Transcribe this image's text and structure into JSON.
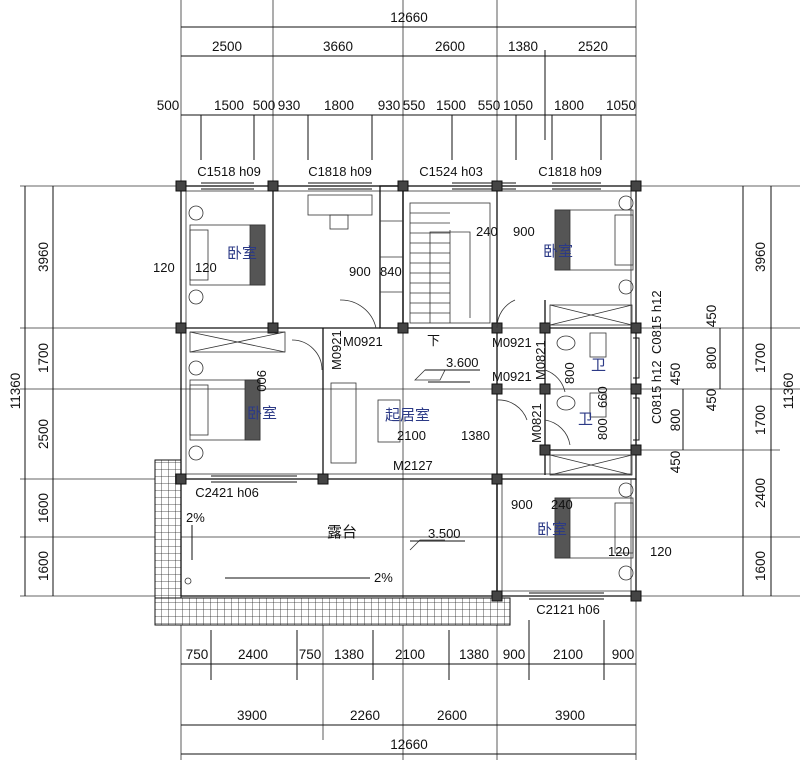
{
  "dimensions": {
    "top_total": "12660",
    "top_axis": [
      "2500",
      "3660",
      "2600",
      "1380",
      "2520"
    ],
    "top_detail": [
      "500",
      "1500",
      "500",
      "930",
      "1800",
      "930",
      "550",
      "1500",
      "550",
      "1050",
      "1800",
      "1050"
    ],
    "bottom_detail": [
      "750",
      "2400",
      "750",
      "1380",
      "2100",
      "1380",
      "900",
      "2100",
      "900"
    ],
    "bottom_axis": [
      "3900",
      "2260",
      "2600",
      "3900"
    ],
    "bottom_total": "12660",
    "left_axis": [
      "3960",
      "1700",
      "2500",
      "1600",
      "1600"
    ],
    "left_total": "11360",
    "right_axis": [
      "3960",
      "1700",
      "1700",
      "2400",
      "1600"
    ],
    "right_total": "11360",
    "right_detail": [
      "450",
      "800",
      "450",
      "450",
      "800",
      "450"
    ]
  },
  "windows": {
    "w1": "C1518 h09",
    "w2": "C1818 h09",
    "w3": "C1524 h03",
    "w4": "C1818 h09",
    "w5": "C2421 h06",
    "w6": "C2121 h06",
    "w7": "C0815 h12",
    "w8": "C0815 h12"
  },
  "doors": {
    "d1": "M0921",
    "d2": "M0921",
    "d3": "M0921",
    "d4": "M0921",
    "d5": "M0821",
    "d6": "M0821",
    "d7": "M2127"
  },
  "rooms": {
    "bedroom_nw": "卧室",
    "bedroom_ne": "卧室",
    "bedroom_w": "卧室",
    "bedroom_se": "卧室",
    "living": "起居室",
    "terrace": "露台",
    "bath1": "卫",
    "bath2": "卫"
  },
  "levels": {
    "living": "3.600",
    "terrace": "3.500"
  },
  "slopes": {
    "s1": "2%",
    "s2": "2%"
  },
  "stair_label": "下",
  "notes": {
    "n120a": "120",
    "n120b": "120",
    "n120c": "120",
    "n120d": "120",
    "n900a": "900",
    "n840": "840",
    "n900b": "900",
    "n240a": "240",
    "n900c": "900",
    "n2100": "2100",
    "n1380": "1380",
    "n800a": "800",
    "n800b": "800",
    "n660": "660",
    "n900d": "900",
    "n240b": "240"
  }
}
